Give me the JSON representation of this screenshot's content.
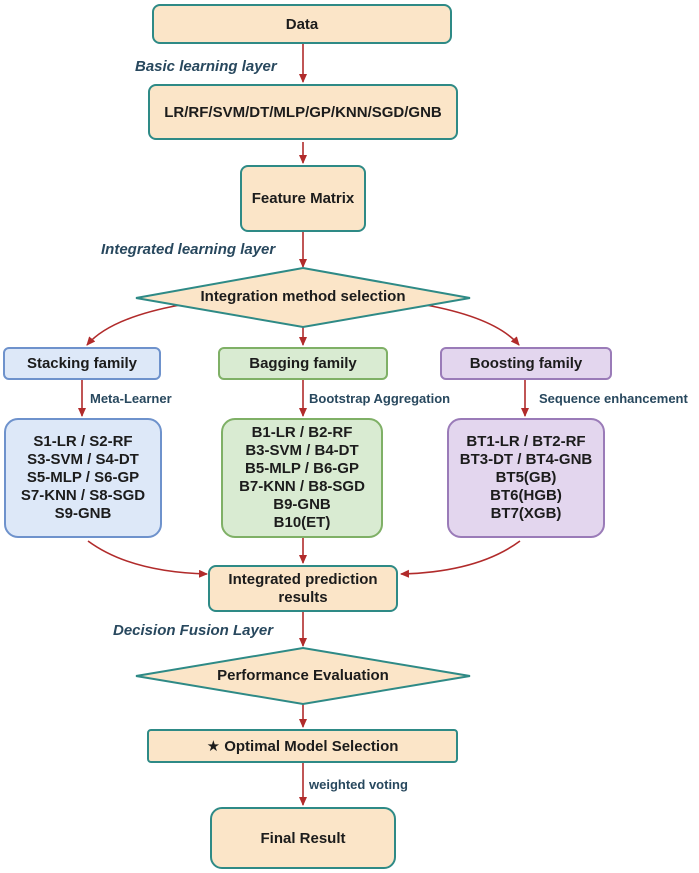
{
  "nodes": {
    "data": "Data",
    "basic_models": "LR/RF/SVM/DT/MLP/GP/KNN/SGD/GNB",
    "feature_matrix": "Feature Matrix",
    "integration_selection": "Integration method selection",
    "stacking": "Stacking family",
    "bagging": "Bagging family",
    "boosting": "Boosting family",
    "integrated_results": [
      "Integrated prediction",
      "results"
    ],
    "performance_evaluation": "Performance Evaluation",
    "optimal_selection": "★ Optimal Model Selection",
    "final_result": "Final Result"
  },
  "lists": {
    "stacking": [
      "S1-LR / S2-RF",
      "S3-SVM / S4-DT",
      "S5-MLP / S6-GP",
      "S7-KNN / S8-SGD",
      "S9-GNB"
    ],
    "bagging": [
      "B1-LR / B2-RF",
      "B3-SVM / B4-DT",
      "B5-MLP / B6-GP",
      "B7-KNN / B8-SGD",
      "B9-GNB",
      "B10(ET)"
    ],
    "boosting": [
      "BT1-LR / BT2-RF",
      "BT3-DT / BT4-GNB",
      "BT5(GB)",
      "BT6(HGB)",
      "BT7(XGB)"
    ]
  },
  "layers": {
    "basic": "Basic learning layer",
    "integrated": "Integrated learning layer",
    "decision": "Decision Fusion Layer"
  },
  "edge_labels": {
    "meta_learner": "Meta-Learner",
    "bootstrap": "Bootstrap Aggregation",
    "sequence": "Sequence enhancement",
    "weighted_voting": "weighted voting"
  },
  "colors": {
    "node_fill": "#fbe5c8",
    "node_border": "#2e8a86",
    "arrow": "#b12b2b",
    "stacking_fill": "#dde8f8",
    "bagging_fill": "#d9ebd2",
    "boosting_fill": "#e3d6ee"
  }
}
